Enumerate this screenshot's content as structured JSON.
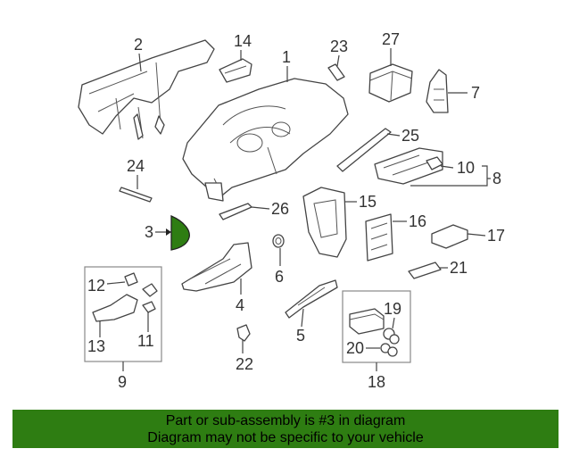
{
  "diagram": {
    "callouts": {
      "c1": "1",
      "c2": "2",
      "c3": "3",
      "c4": "4",
      "c5": "5",
      "c6": "6",
      "c7": "7",
      "c8": "8",
      "c9": "9",
      "c10": "10",
      "c11": "11",
      "c12": "12",
      "c13": "13",
      "c14": "14",
      "c15": "15",
      "c16": "16",
      "c17": "17",
      "c18": "18",
      "c19": "19",
      "c20": "20",
      "c21": "21",
      "c22": "22",
      "c23": "23",
      "c24": "24",
      "c25": "25",
      "c26": "26",
      "c27": "27"
    },
    "highlight_color": "#2e7d12"
  },
  "banner": {
    "line1": "Part or sub-assembly is #3 in diagram",
    "line2": "Diagram may not be specific to your vehicle",
    "color": "#2e7d12"
  }
}
